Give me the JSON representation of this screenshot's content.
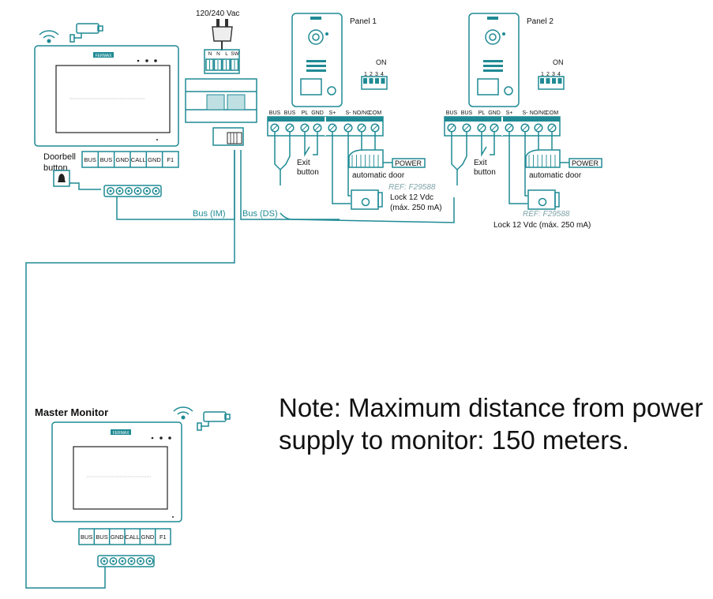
{
  "power": {
    "voltage": "120/240 Vac",
    "terminals": [
      "N",
      "N",
      "L",
      "SW"
    ]
  },
  "monitor_brand": "FERMAX",
  "doorbell_label_1": "Doorbell",
  "doorbell_label_2": "button",
  "monitor_terminals": [
    "BUS",
    "BUS",
    "GND",
    "CALL",
    "GND",
    "F1"
  ],
  "bus_im": "Bus (IM)",
  "bus_ds": "Bus (DS)",
  "panel_terminals": [
    "BUS",
    "BUS",
    "PL",
    "GND",
    "S+",
    "S-",
    "NO/NC",
    "COM"
  ],
  "panels": [
    {
      "title": "Panel 1",
      "on": "ON",
      "dip": [
        "1",
        "2",
        "3",
        "4"
      ],
      "exit_1": "Exit",
      "exit_2": "button",
      "power": "POWER",
      "door": "automatic door",
      "ref": "REF: F29588",
      "lock_1": "Lock 12 Vdc",
      "lock_2": "(máx. 250 mA)"
    },
    {
      "title": "Panel 2",
      "on": "ON",
      "dip": [
        "1",
        "2",
        "3",
        "4"
      ],
      "exit_1": "Exit",
      "exit_2": "button",
      "power": "POWER",
      "door": "automatic door",
      "ref": "REF: F29588",
      "lock_1": "Lock 12 Vdc (máx. 250 mA)"
    }
  ],
  "master_label": "Master Monitor",
  "note": "Note: Maximum distance from power supply to monitor: 150 meters."
}
